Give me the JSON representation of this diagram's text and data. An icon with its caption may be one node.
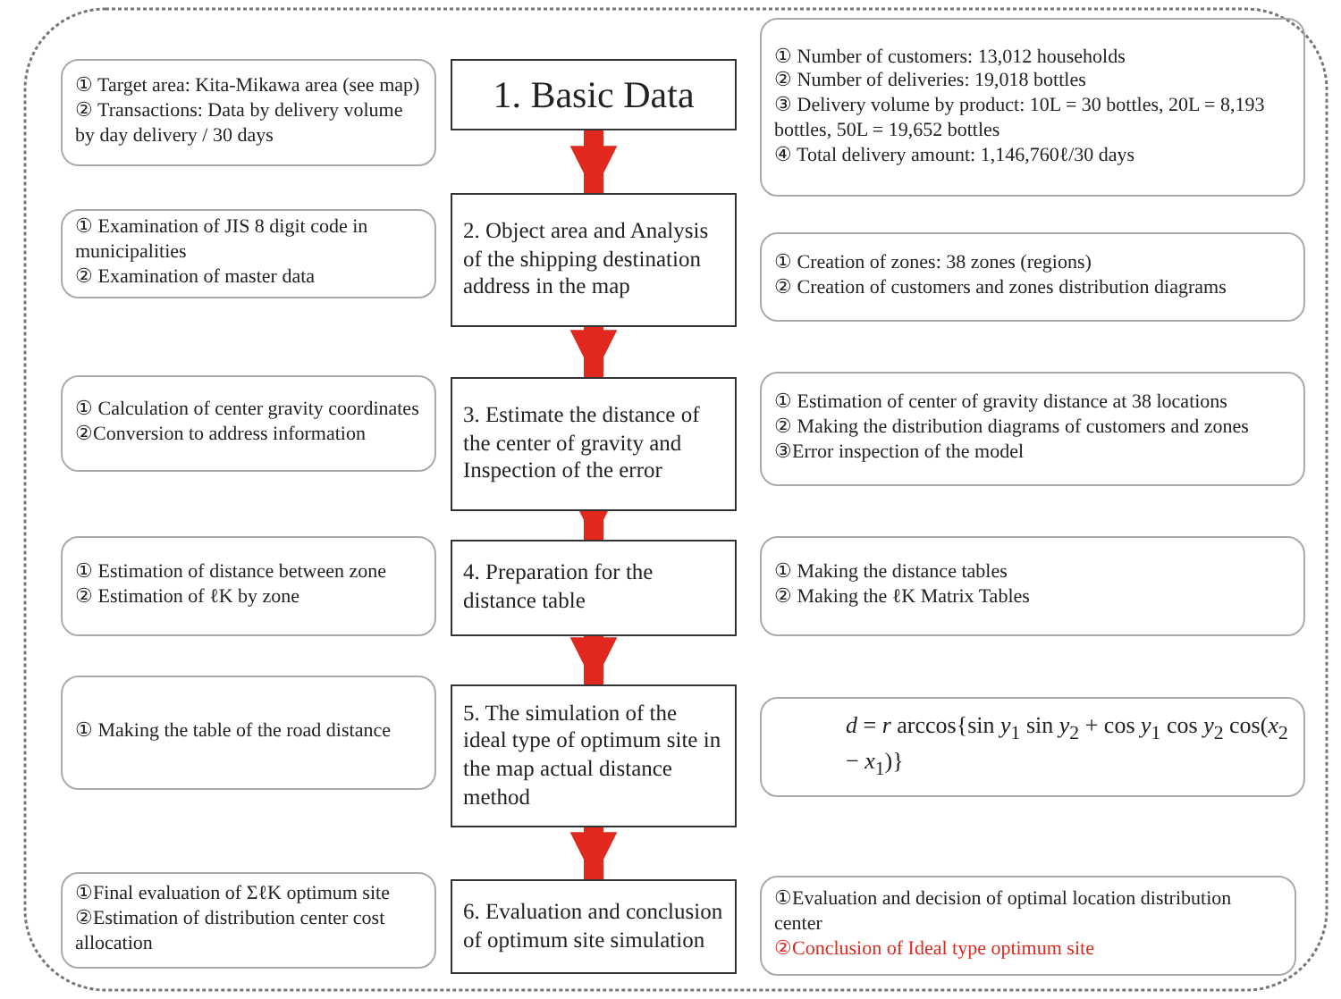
{
  "diagram": {
    "nodes": [
      {
        "text": [
          "① Target area: Kita-Mikawa area (see map)",
          "② Transactions: Data by delivery volume by day delivery / 30 days"
        ]
      },
      {
        "text": [
          "1. Basic Data"
        ]
      },
      {
        "text": [
          "① Number of customers: 13,012 households",
          "② Number of deliveries: 19,018 bottles",
          "③ Delivery volume by product: 10L = 30 bottles, 20L = 8,193 bottles, 50L = 19,652 bottles",
          "④ Total delivery amount: 1,146,760ℓ/30 days"
        ]
      },
      {
        "text": [
          "① Examination of JIS 8 digit code in municipalities",
          "② Examination of master data"
        ]
      },
      {
        "text": [
          "2. Object area and Analysis of the shipping destination address in the map"
        ]
      },
      {
        "text": [
          "① Creation of zones: 38 zones (regions)",
          "② Creation of customers and zones distribution diagrams"
        ]
      },
      {
        "text": [
          "① Calculation of center gravity coordinates",
          "②Conversion to address information"
        ]
      },
      {
        "text": [
          "3. Estimate the distance of the center of gravity and Inspection of the error"
        ]
      },
      {
        "text": [
          "① Estimation of center of gravity distance at 38 locations",
          "② Making the distribution diagrams of customers and zones",
          "③Error inspection of the model"
        ]
      },
      {
        "text": [
          "① Estimation of distance between zone",
          "② Estimation of ℓK by zone"
        ]
      },
      {
        "text": [
          "4. Preparation for the distance table"
        ]
      },
      {
        "text": [
          "① Making the distance tables",
          "② Making the ℓK Matrix Tables"
        ]
      },
      {
        "text": [
          "① Making the table of the road distance"
        ]
      },
      {
        "text": [
          "5. The simulation of the ideal type of optimum site in the map actual distance method"
        ]
      },
      {
        "text": [
          "*d* = *r* arccos{sin *y*$_{1}$ sin *y*$_{2}$ + cos *y*$_{1}$ cos *y*$_{2}$ cos(*x*$_{2}$ − *x*$_{1}$)}"
        ]
      },
      {
        "text": [
          "①Final evaluation of ΣℓK optimum site",
          "②Estimation of distribution center cost allocation"
        ]
      },
      {
        "text": [
          "6. Evaluation and conclusion of optimum site simulation"
        ]
      },
      {
        "text": [
          "①Evaluation and decision of optimal location distribution center",
          "②Conclusion of Ideal type optimum site"
        ]
      }
    ],
    "edges": [
      {
        "from": 1,
        "to": 4,
        "arrow": "to"
      },
      {
        "from": 4,
        "to": 7,
        "arrow": "to"
      },
      {
        "from": 7,
        "to": 10,
        "arrow": "to"
      },
      {
        "from": 10,
        "to": 13,
        "arrow": "to"
      },
      {
        "from": 13,
        "to": 16,
        "arrow": "to"
      }
    ]
  }
}
